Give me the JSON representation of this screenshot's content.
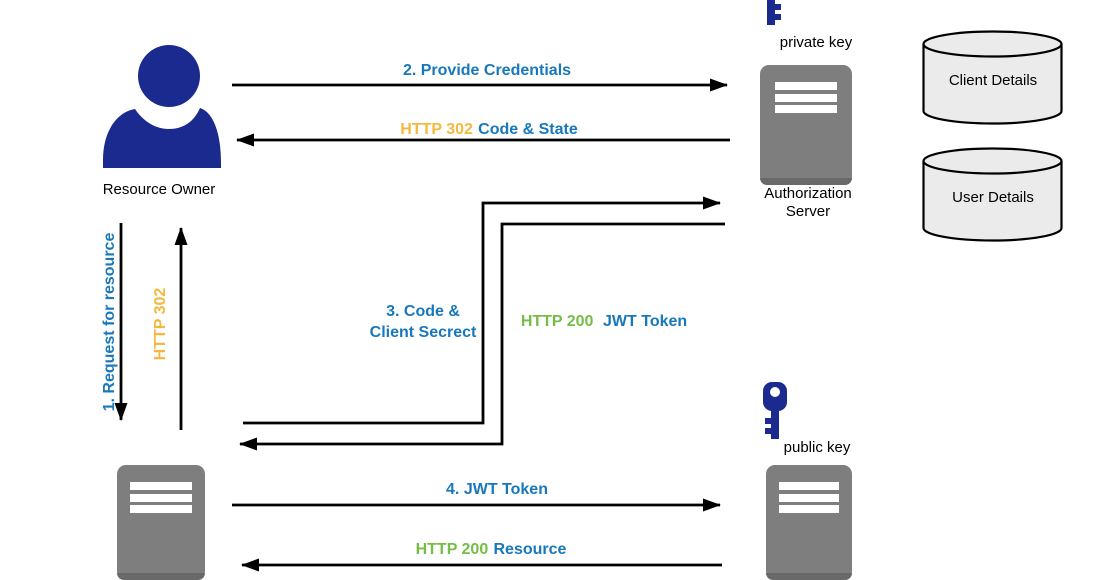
{
  "colors": {
    "blue": "#1878bc",
    "yellow": "#f5b83e",
    "green": "#76bd45",
    "navy": "#1b2a8f",
    "server_gray": "#7e7e7e",
    "server_gray_dark": "#696969",
    "db_fill": "#ebebeb",
    "arrow_black": "#000000"
  },
  "actors": {
    "resource_owner": {
      "label": "Resource Owner"
    },
    "authorization_server": {
      "label": "Authorization\nServer",
      "key_label": "private key"
    },
    "resource_server": {
      "key_label": "public key"
    },
    "databases": [
      {
        "label": "Client Details"
      },
      {
        "label": "User Details"
      }
    ]
  },
  "flows": {
    "request_resource": {
      "label": "1. Request for resource"
    },
    "redirect_302": {
      "label": "HTTP 302"
    },
    "provide_credentials": {
      "label": "2. Provide Credentials"
    },
    "code_state": {
      "status": "HTTP 302",
      "label": "Code & State"
    },
    "code_client_secret": {
      "label": "3. Code &\nClient Secrect"
    },
    "jwt_token_response": {
      "status": "HTTP 200",
      "label": "JWT Token"
    },
    "jwt_token": {
      "label": "4. JWT Token"
    },
    "resource_response": {
      "status": "HTTP 200",
      "label": "Resource"
    }
  }
}
